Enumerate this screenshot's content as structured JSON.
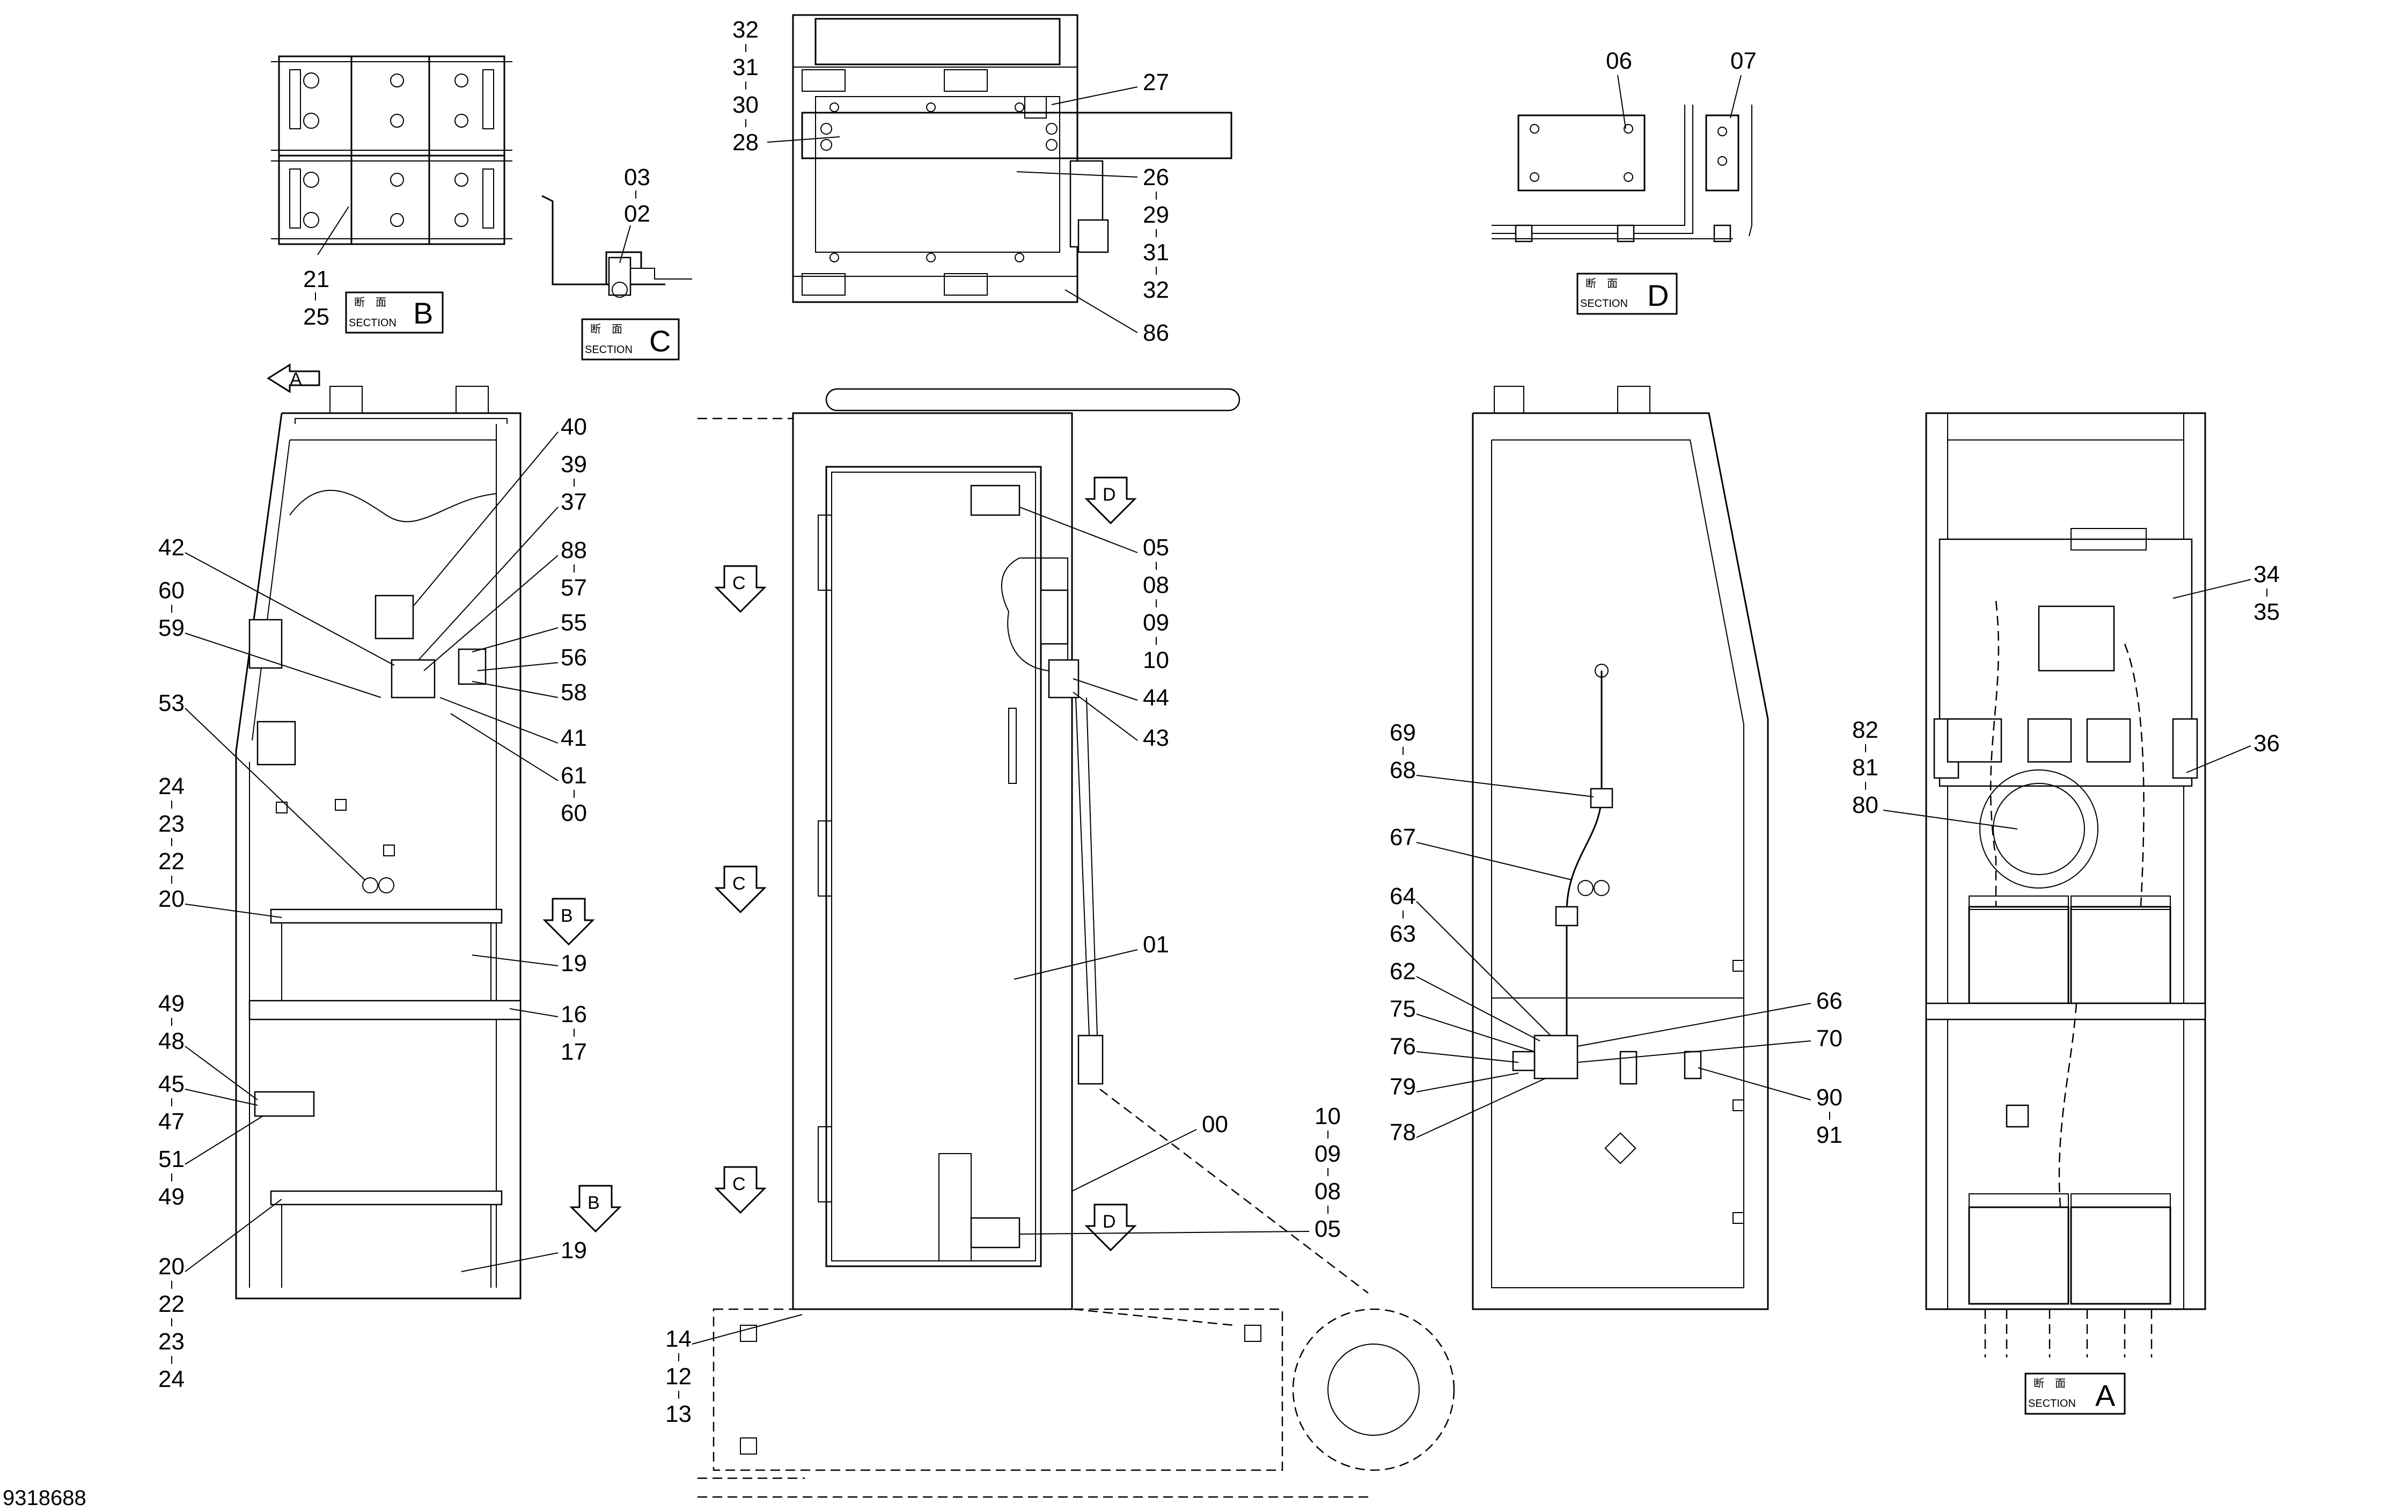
{
  "drawing_number": "9318688",
  "section_labels": [
    {
      "id": "B",
      "title_jp": "断　面",
      "title_en": "SECTION",
      "letter": "B"
    },
    {
      "id": "C",
      "title_jp": "断　面",
      "title_en": "SECTION",
      "letter": "C"
    },
    {
      "id": "D",
      "title_jp": "断　面",
      "title_en": "SECTION",
      "letter": "D"
    },
    {
      "id": "A",
      "title_jp": "断　面",
      "title_en": "SECTION",
      "letter": "A"
    }
  ],
  "view_arrows": [
    "A",
    "B",
    "B",
    "C",
    "C",
    "C",
    "D",
    "D"
  ],
  "callouts": {
    "detail_b": [
      "21",
      "25"
    ],
    "detail_c": [
      "03",
      "02"
    ],
    "top_panel_left": [
      "32",
      "31",
      "30",
      "28"
    ],
    "top_panel_right": [
      "27",
      "26",
      "29",
      "31",
      "32",
      "86"
    ],
    "detail_d": [
      "06",
      "07"
    ],
    "left_view_left": [
      "42",
      "60",
      "59",
      "53",
      "24",
      "23",
      "22",
      "20",
      "49",
      "48",
      "45",
      "47",
      "51",
      "49",
      "20",
      "22",
      "23",
      "24"
    ],
    "left_view_right": [
      "40",
      "39",
      "37",
      "88",
      "57",
      "55",
      "56",
      "58",
      "41",
      "61",
      "60",
      "19",
      "16",
      "17",
      "19"
    ],
    "front_view_right": [
      "05",
      "08",
      "09",
      "10",
      "44",
      "43",
      "01",
      "00",
      "10",
      "09",
      "08",
      "05"
    ],
    "front_view_bottom": [
      "14",
      "12",
      "13"
    ],
    "side_view_left": [
      "69",
      "68",
      "67",
      "64",
      "63",
      "62",
      "75",
      "76",
      "79",
      "78"
    ],
    "side_view_right": [
      "66",
      "70",
      "90",
      "91"
    ],
    "rear_view": [
      "34",
      "35",
      "36",
      "82",
      "81",
      "80"
    ]
  }
}
